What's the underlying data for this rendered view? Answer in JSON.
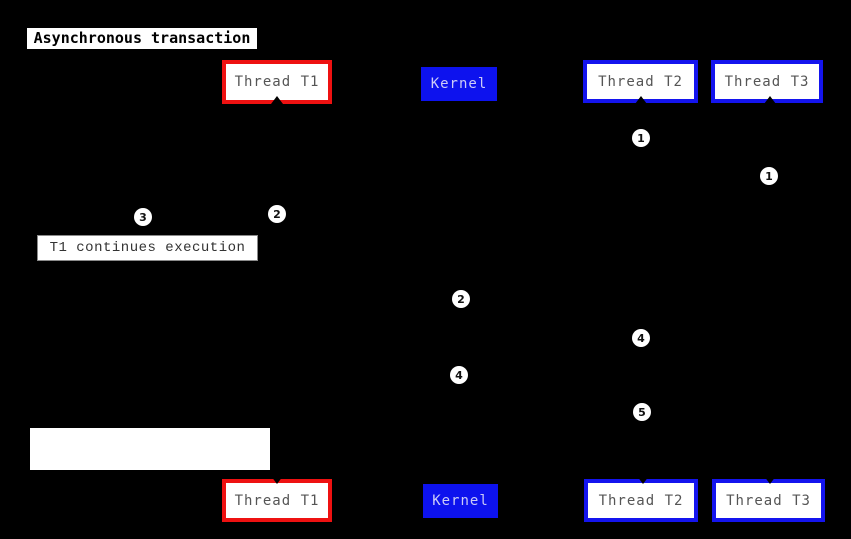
{
  "title": "Asynchronous transaction",
  "actors": {
    "t1": {
      "label": "Thread T1"
    },
    "kernel": {
      "label": "Kernel"
    },
    "t2": {
      "label": "Thread T2"
    },
    "t3": {
      "label": "Thread T3"
    }
  },
  "notes": {
    "t1_continues": {
      "text": "T1 continues execution"
    },
    "blank": {
      "text": ""
    }
  },
  "markers": [
    {
      "label": "1"
    },
    {
      "label": "1"
    },
    {
      "label": "2"
    },
    {
      "label": "3"
    },
    {
      "label": "2"
    },
    {
      "label": "4"
    },
    {
      "label": "4"
    },
    {
      "label": "5"
    }
  ],
  "colors": {
    "background": "#000000",
    "thread_t1_border": "#ee1111",
    "thread_t2_t3_border": "#1414ee",
    "kernel_background": "#0d12ee",
    "kernel_text": "#ccccf7",
    "thread_label_text": "#555555",
    "note_background": "#ffffff",
    "note_border": "#8a8a8a",
    "marker_fill": "#ffffff",
    "marker_text": "#111111"
  }
}
